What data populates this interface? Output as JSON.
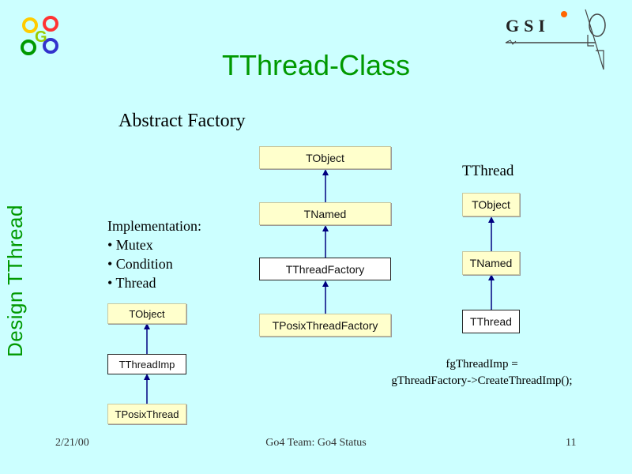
{
  "title": "TThread-Class",
  "side_title": "Design TThread",
  "subtitle": "Abstract Factory",
  "thread_heading": "TThread",
  "implementation": {
    "heading": "Implementation:",
    "items": [
      "• Mutex",
      "• Condition",
      "• Thread"
    ]
  },
  "factory_diagram": [
    "TObject",
    "TNamed",
    "TThreadFactory",
    "TPosixThreadFactory"
  ],
  "left_diagram": [
    "TObject",
    "TThreadImp",
    "TPosixThread"
  ],
  "right_diagram": [
    "TObject",
    "TNamed",
    "TThread"
  ],
  "code": {
    "line1": "fgThreadImp =",
    "line2": "gThreadFactory->CreateThreadImp();"
  },
  "footer": {
    "date": "2/21/00",
    "center": "Go4 Team: Go4 Status",
    "page": "11"
  },
  "logos": {
    "go4": "Go4",
    "gsi": "GSI"
  },
  "colors": {
    "background": "#ccffff",
    "title": "#009900",
    "arrow": "#000080",
    "class_box": "#ffffcc"
  }
}
